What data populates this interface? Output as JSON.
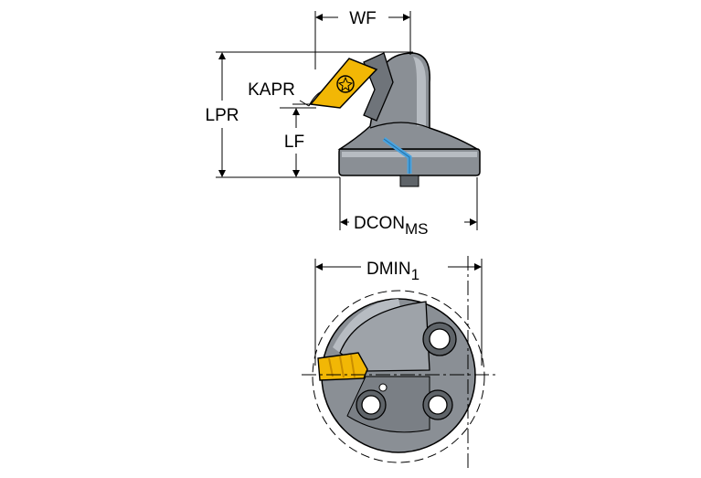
{
  "labels": {
    "wf": "WF",
    "kapr": "KAPR",
    "lpr": "LPR",
    "lf": "LF",
    "dcon_main": "DCON",
    "dcon_sub": "MS",
    "dmin_main": "DMIN",
    "dmin_sub": "1"
  },
  "colors": {
    "body": "#8a8f95",
    "body_light": "#b7bcc2",
    "body_dark": "#5f6469",
    "insert": "#f2b705",
    "insert_dark": "#c98d00",
    "coolant": "#4aa3df",
    "line": "#000000"
  }
}
